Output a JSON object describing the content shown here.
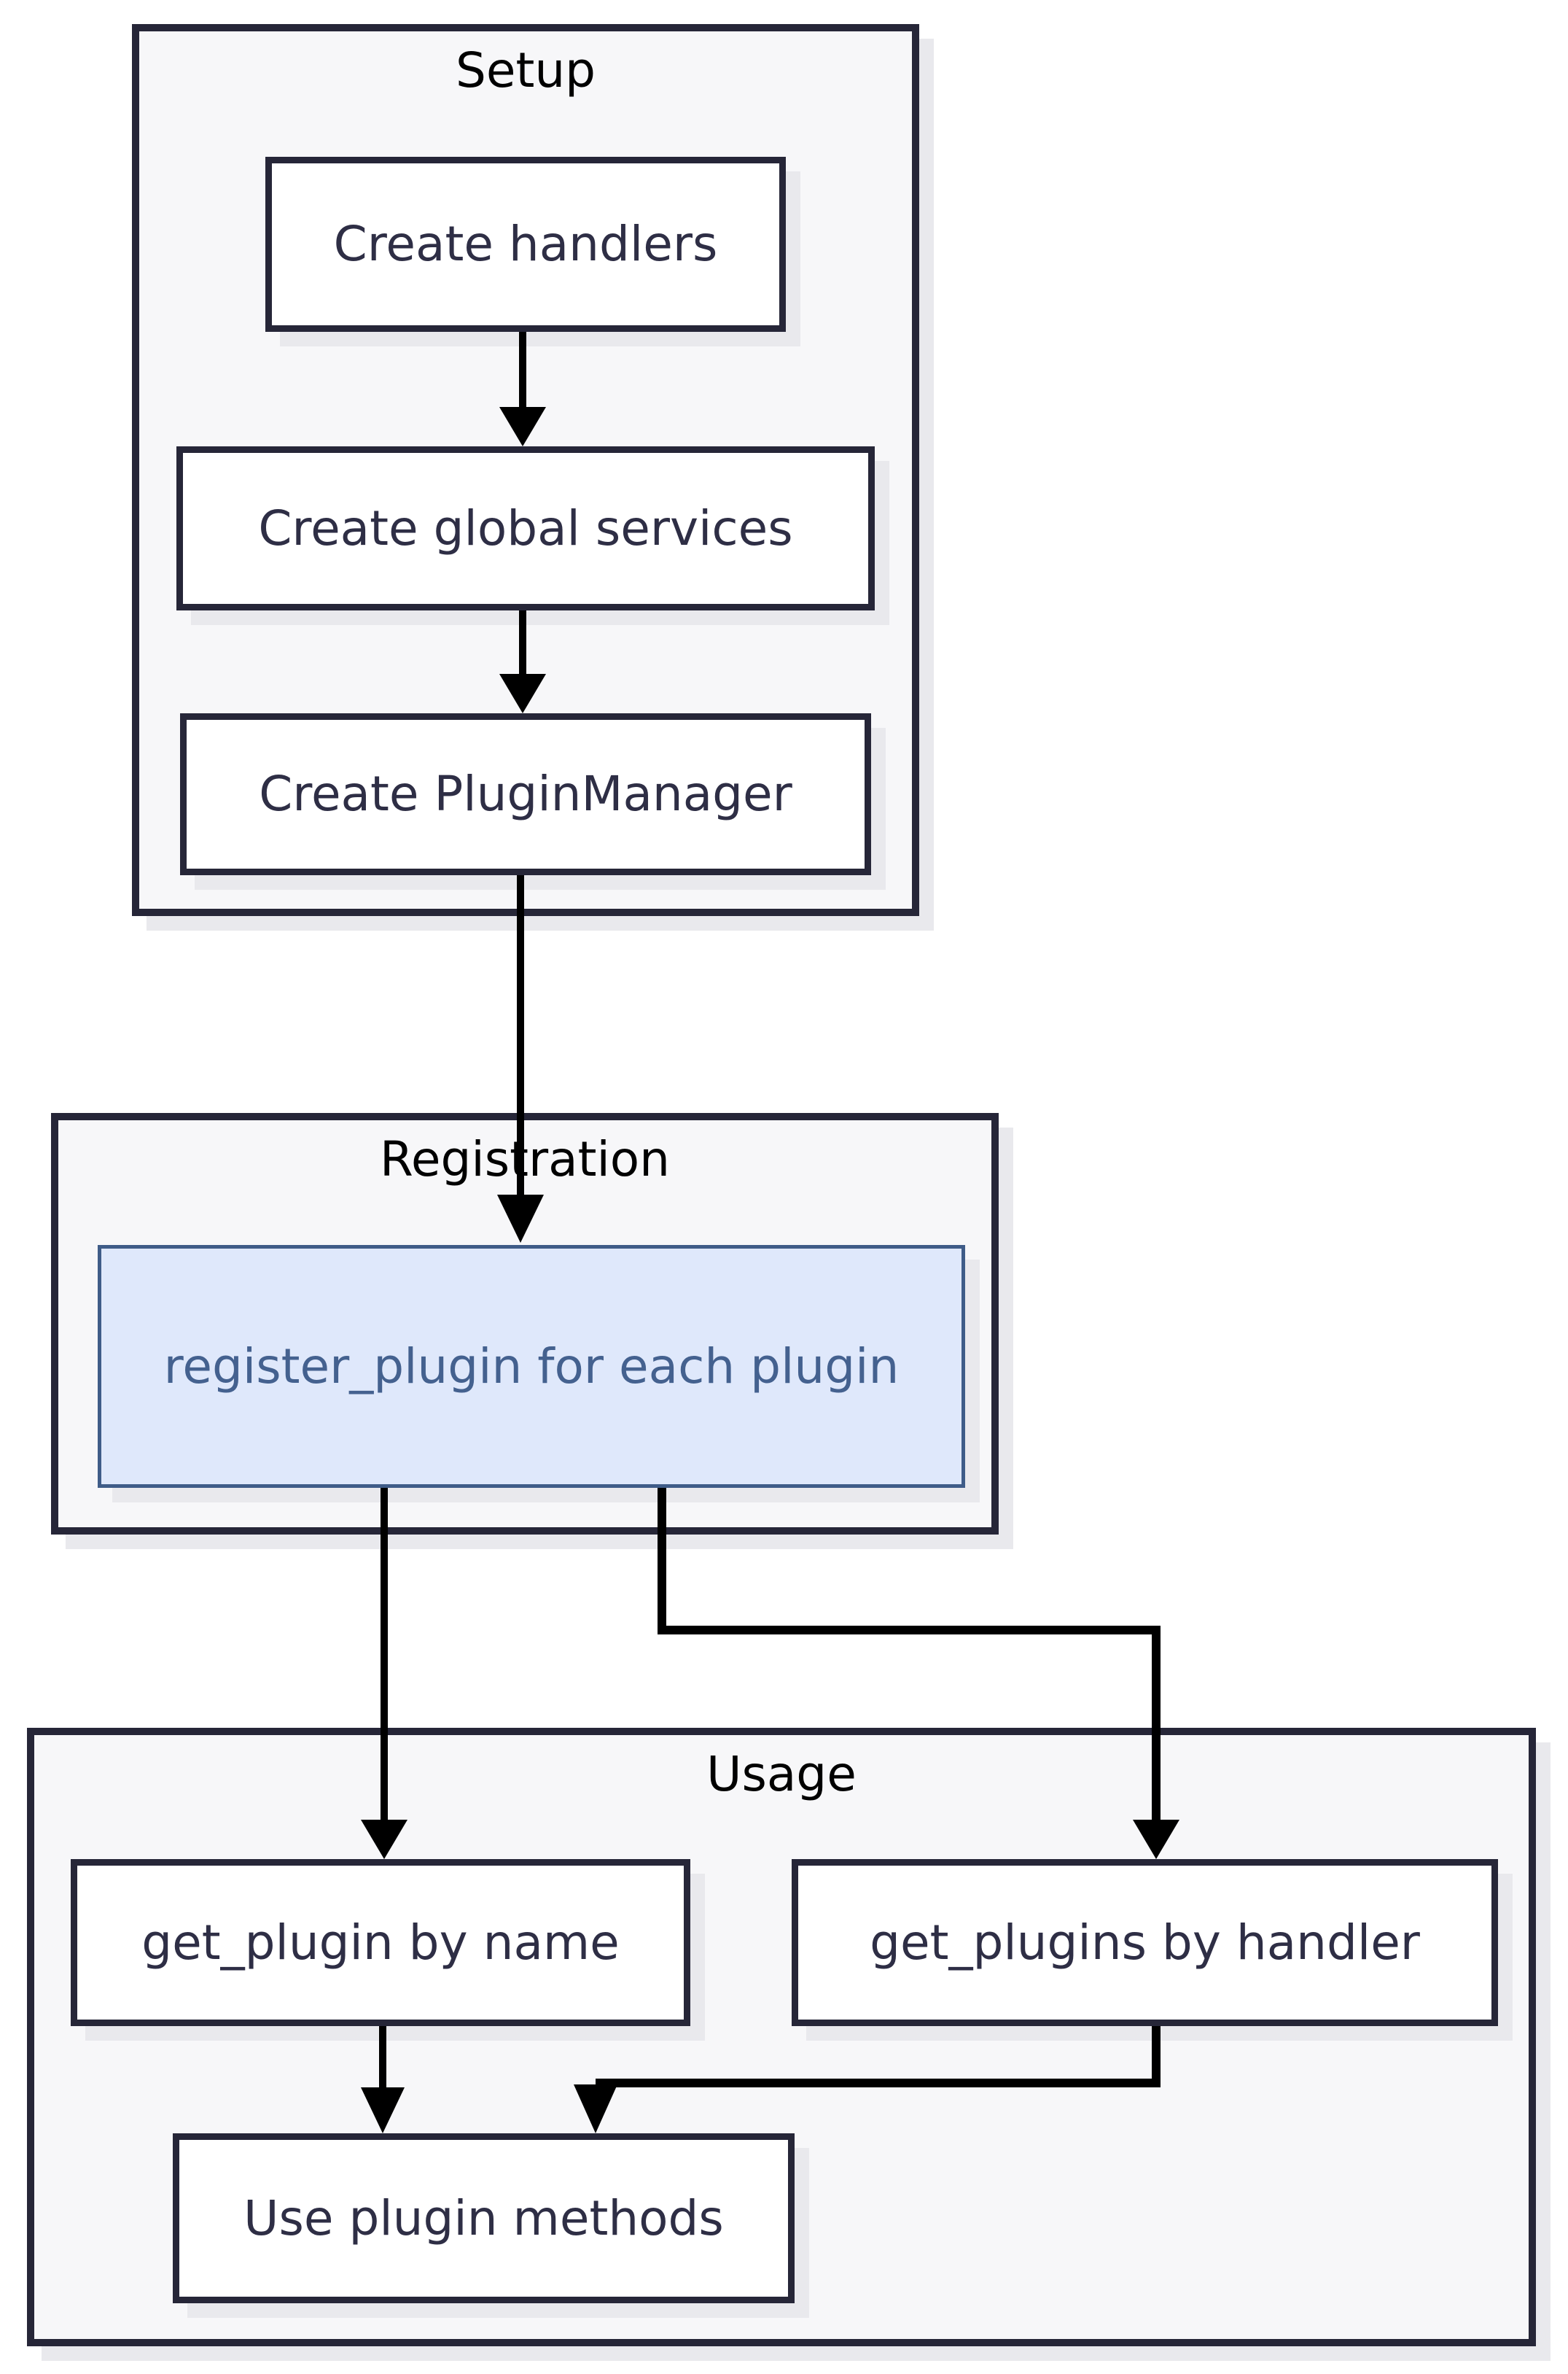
{
  "colors": {
    "frame": "#262638",
    "container-fill": "#f7f7f9",
    "shadow": "#e9e9ed",
    "node-text": "#2e2e45",
    "title-color": "#000000",
    "accent-fill": "#dfe8fb",
    "accent-border": "#3f5c88",
    "accent-text": "#44618f",
    "arrow": "#000000"
  },
  "groups": {
    "setup": {
      "title": "Setup"
    },
    "registration": {
      "title": "Registration"
    },
    "usage": {
      "title": "Usage"
    }
  },
  "nodes": {
    "create_handlers": {
      "label": "Create handlers"
    },
    "create_global_services": {
      "label": "Create global services"
    },
    "create_plugin_manager": {
      "label": "Create PluginManager"
    },
    "register_plugin": {
      "label": "register_plugin for each plugin"
    },
    "get_plugin_by_name": {
      "label": "get_plugin by name"
    },
    "get_plugins_by_handler": {
      "label": "get_plugins by handler"
    },
    "use_plugin_methods": {
      "label": "Use plugin methods"
    }
  }
}
